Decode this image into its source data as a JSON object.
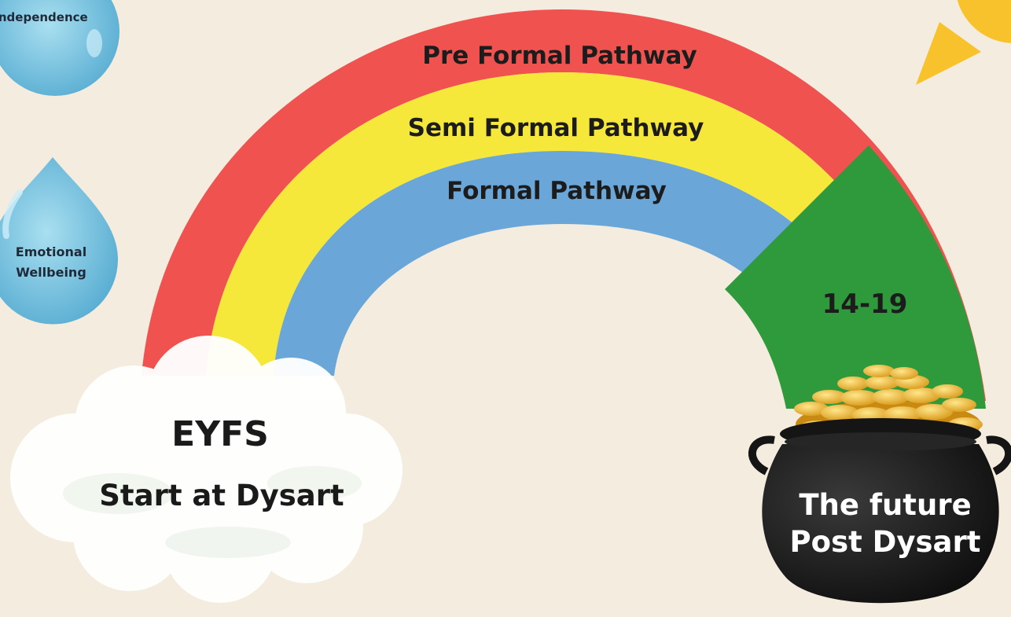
{
  "bands": {
    "pre_formal": "Pre Formal Pathway",
    "semi_formal": "Semi Formal Pathway",
    "formal": "Formal Pathway",
    "age_range": "14-19"
  },
  "drops": {
    "top": "Independence",
    "middle_line1": "Emotional",
    "middle_line2": "Wellbeing"
  },
  "cloud": {
    "title": "EYFS",
    "subtitle": "Start at Dysart"
  },
  "pot": {
    "line1": "The future",
    "line2": "Post Dysart"
  },
  "colors": {
    "background": "#f3ecdf",
    "red": "#f0534f",
    "yellow": "#f6e83a",
    "blue": "#6aa6d8",
    "green": "#2e9a3b",
    "drop": "#6cbad8",
    "sun": "#f7c22b",
    "gold": "#f2b630",
    "pot": "#151515"
  }
}
